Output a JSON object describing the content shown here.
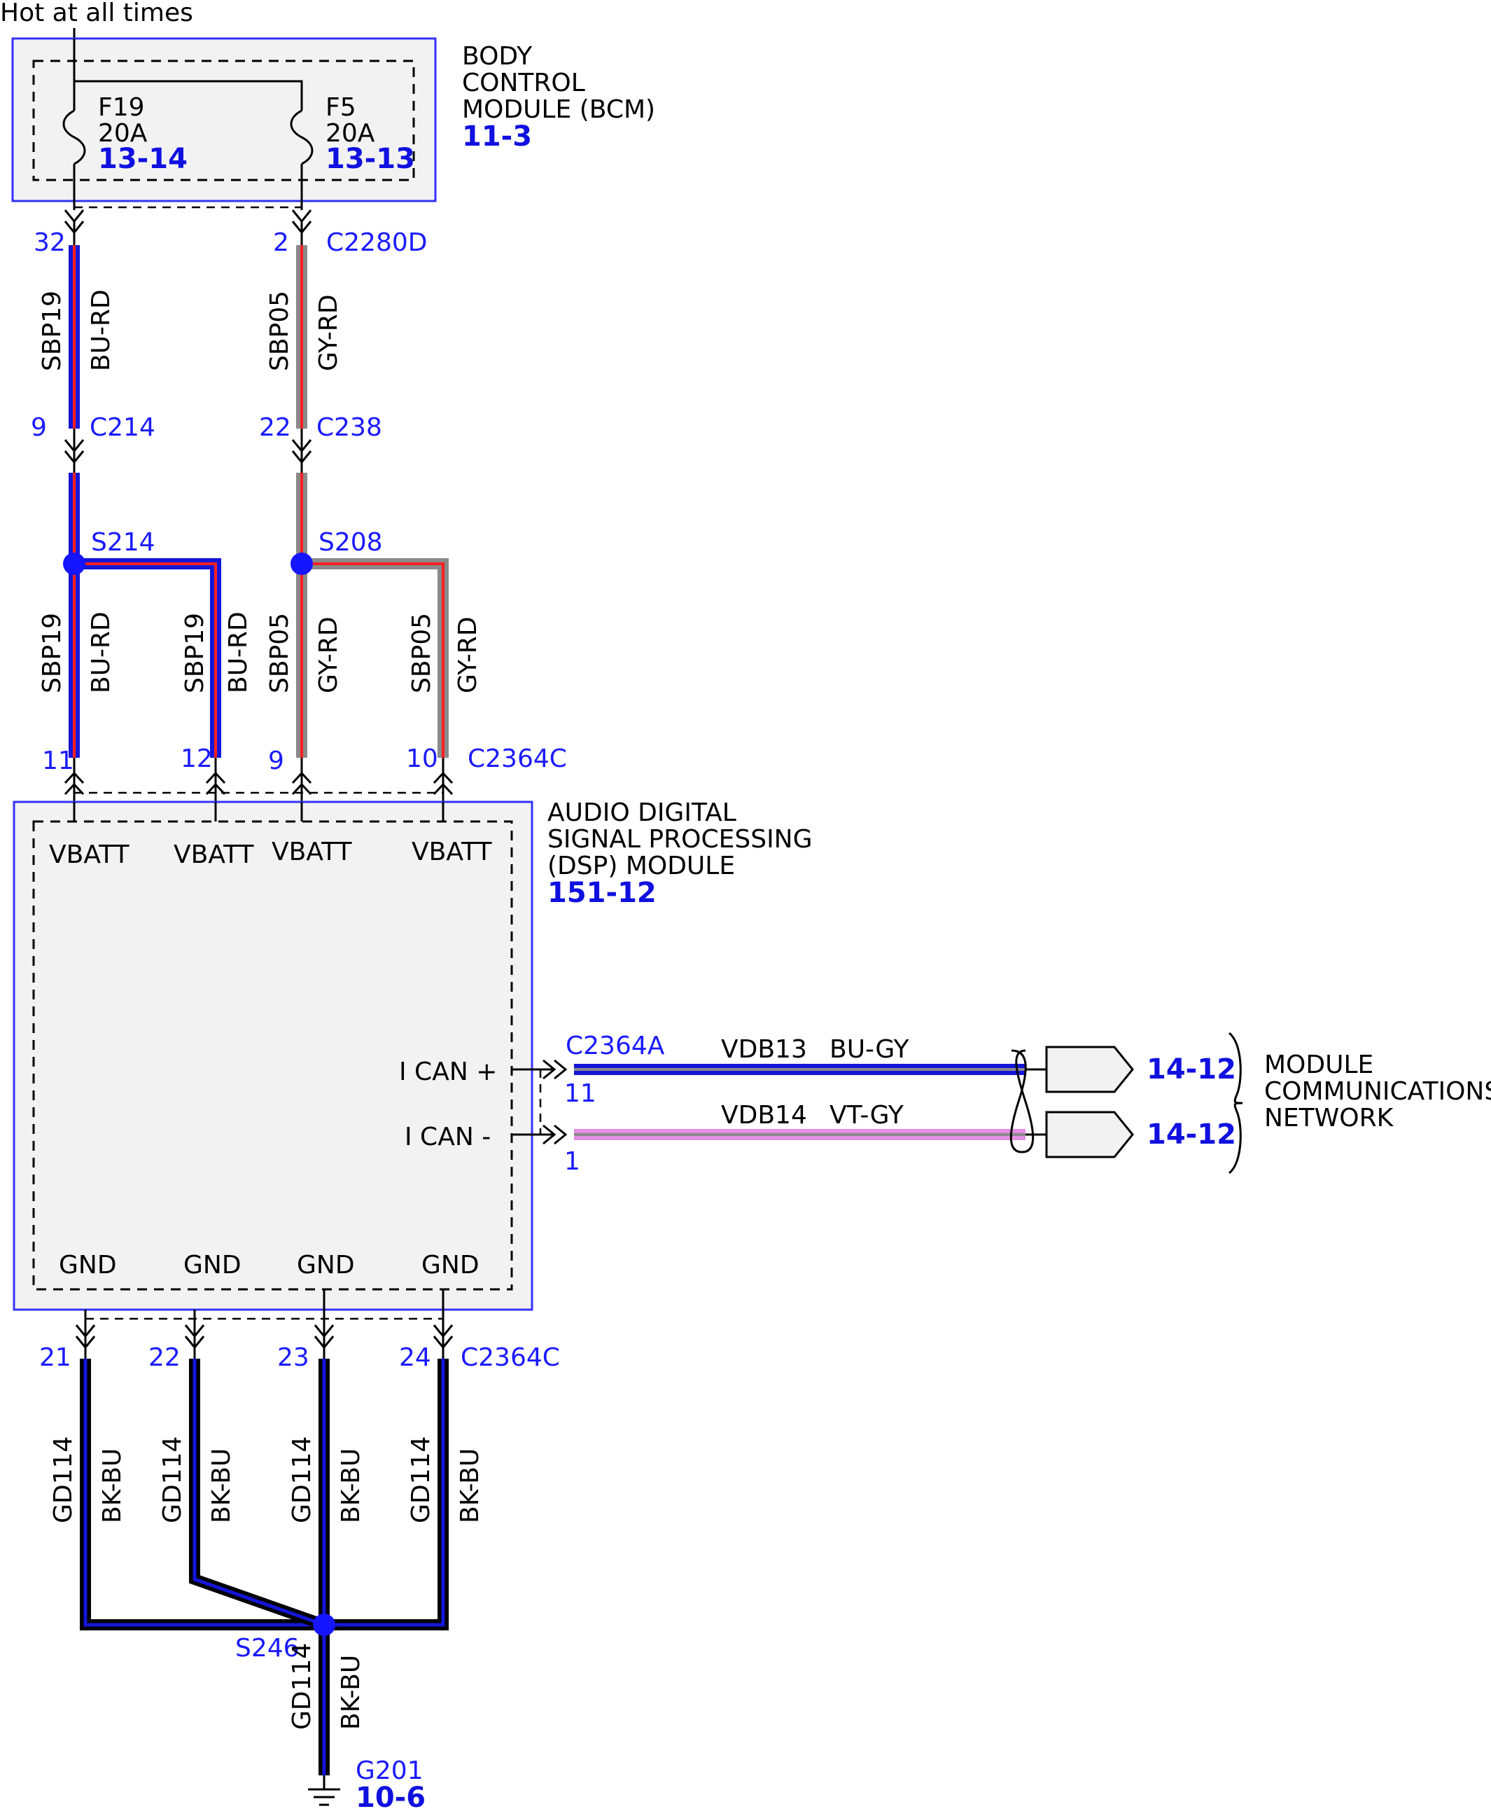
{
  "header": {
    "power_label": "Hot at all times"
  },
  "bcm": {
    "name_lines": [
      "BODY",
      "CONTROL",
      "MODULE (BCM)"
    ],
    "ref": "11-3",
    "fuses": [
      {
        "name": "F19",
        "rating": "20A",
        "ref": "13-14"
      },
      {
        "name": "F5",
        "rating": "20A",
        "ref": "13-13"
      }
    ]
  },
  "connectors": {
    "c2280d": {
      "name": "C2280D",
      "pins": [
        "32",
        "2"
      ]
    },
    "c214": {
      "name": "C214",
      "pin": "9"
    },
    "c238": {
      "name": "C238",
      "pin": "22"
    },
    "c2364c_top": {
      "name": "C2364C",
      "pins": [
        "11",
        "12",
        "9",
        "10"
      ]
    },
    "c2364a": {
      "name": "C2364A",
      "pins": [
        "11",
        "1"
      ]
    },
    "c2364c_bottom": {
      "name": "C2364C",
      "pins": [
        "21",
        "22",
        "23",
        "24"
      ]
    }
  },
  "splices": {
    "s214": "S214",
    "s208": "S208",
    "s246": "S246"
  },
  "wires": {
    "sbp19": {
      "circuit": "SBP19",
      "color": "BU-RD"
    },
    "sbp05": {
      "circuit": "SBP05",
      "color": "GY-RD"
    },
    "vdb13": {
      "circuit": "VDB13",
      "color": "BU-GY"
    },
    "vdb14": {
      "circuit": "VDB14",
      "color": "VT-GY"
    },
    "gd114": {
      "circuit": "GD114",
      "color": "BK-BU"
    }
  },
  "dsp": {
    "name_lines": [
      "AUDIO DIGITAL",
      "SIGNAL PROCESSING",
      "(DSP) MODULE"
    ],
    "ref": "151-12",
    "vbatt_pins": [
      "VBATT",
      "VBATT",
      "VBATT",
      "VBATT"
    ],
    "can_pins": [
      "I CAN +",
      "I CAN -"
    ],
    "gnd_pins": [
      "GND",
      "GND",
      "GND",
      "GND"
    ]
  },
  "network": {
    "name_lines": [
      "MODULE",
      "COMMUNICATIONS",
      "NETWORK"
    ],
    "refs": [
      "14-12",
      "14-12"
    ]
  },
  "ground": {
    "name": "G201",
    "ref": "10-6"
  },
  "colors": {
    "blue": "#1515d8",
    "red": "#ff2020",
    "gray": "#8a8a8a",
    "violet": "#e48ee4",
    "black": "#000000",
    "link_blue": "#1a1aff"
  }
}
